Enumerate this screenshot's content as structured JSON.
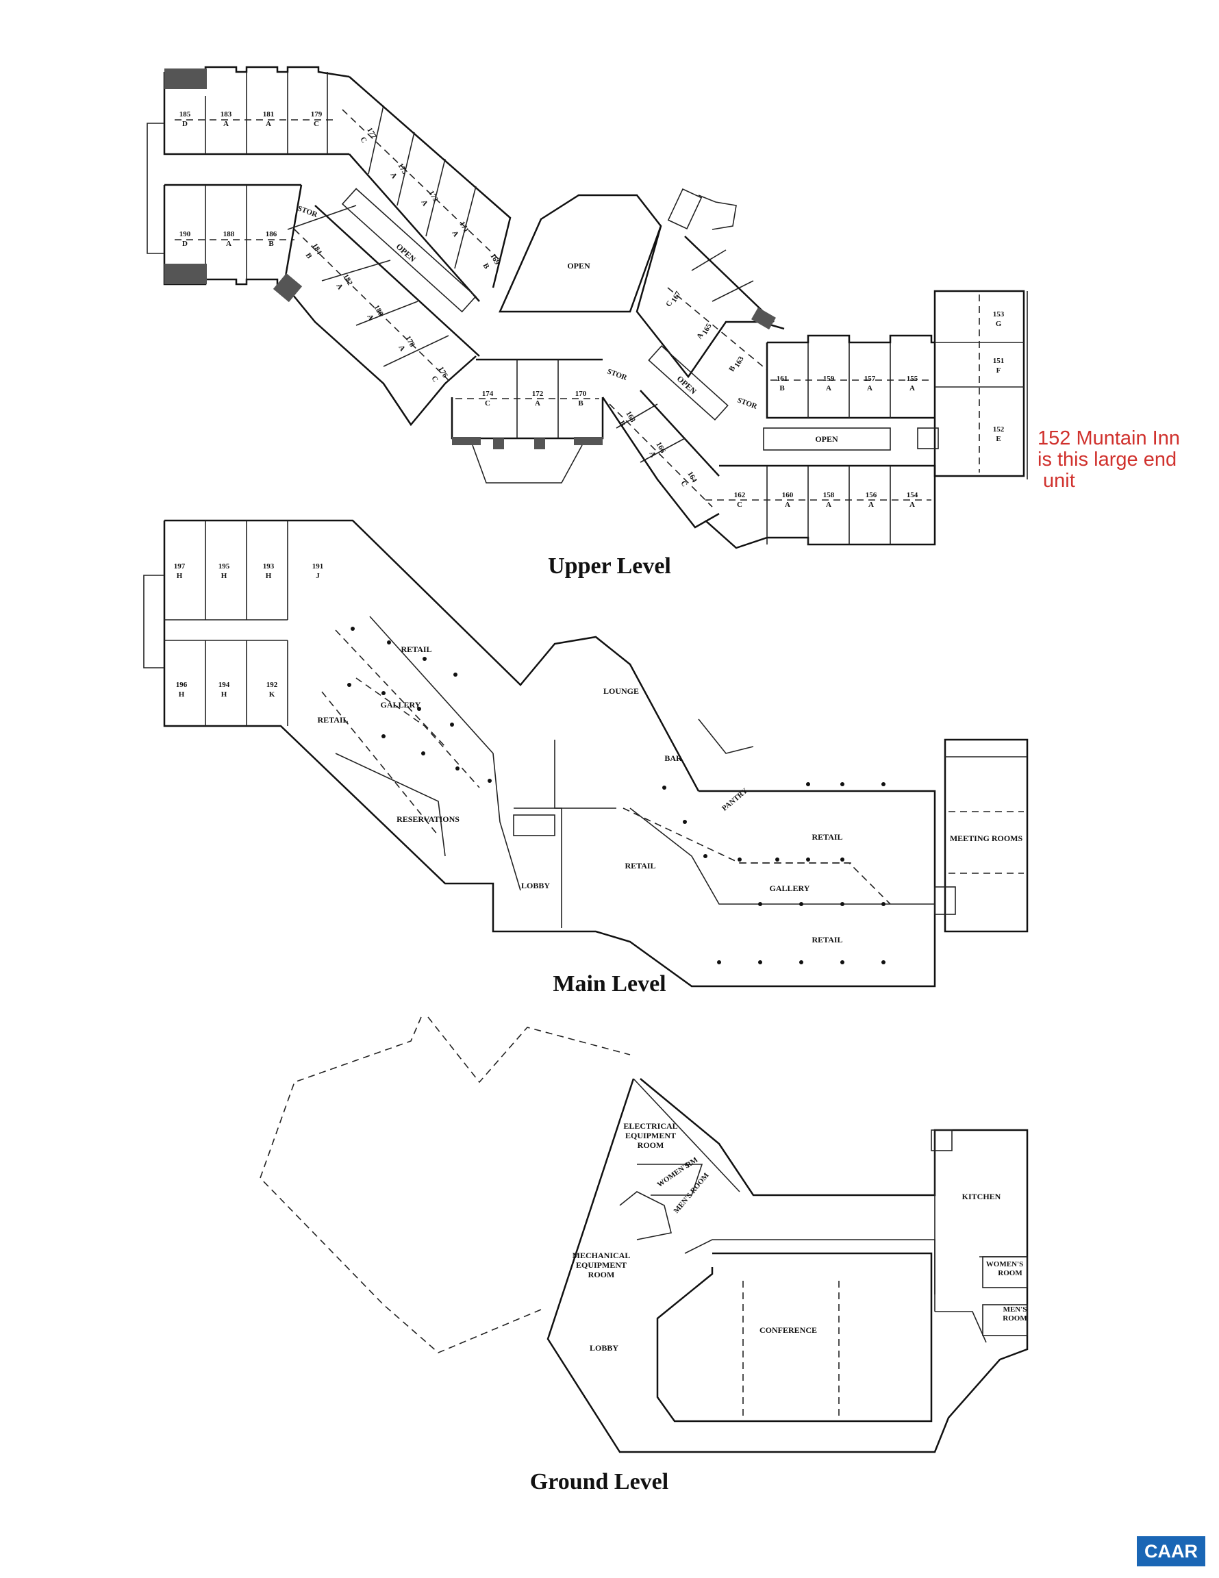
{
  "levels": {
    "upper": {
      "title": "Upper Level",
      "units": [
        {
          "num": "185",
          "type": "D"
        },
        {
          "num": "183",
          "type": "A"
        },
        {
          "num": "181",
          "type": "A"
        },
        {
          "num": "179",
          "type": "C"
        },
        {
          "num": "177",
          "type": "C"
        },
        {
          "num": "175",
          "type": "A"
        },
        {
          "num": "173",
          "type": "A"
        },
        {
          "num": "171",
          "type": "A"
        },
        {
          "num": "169",
          "type": "B"
        },
        {
          "num": "190",
          "type": "D"
        },
        {
          "num": "188",
          "type": "A"
        },
        {
          "num": "186",
          "type": "B"
        },
        {
          "num": "184",
          "type": "B"
        },
        {
          "num": "182",
          "type": "A"
        },
        {
          "num": "180",
          "type": "A"
        },
        {
          "num": "178",
          "type": "A"
        },
        {
          "num": "176",
          "type": "C"
        },
        {
          "num": "174",
          "type": "C"
        },
        {
          "num": "172",
          "type": "A"
        },
        {
          "num": "170",
          "type": "B"
        },
        {
          "num": "168",
          "type": "B"
        },
        {
          "num": "166",
          "type": "A"
        },
        {
          "num": "164",
          "type": "C"
        },
        {
          "num": "167",
          "type": "C"
        },
        {
          "num": "165",
          "type": "A"
        },
        {
          "num": "163",
          "type": "B"
        },
        {
          "num": "161",
          "type": "B"
        },
        {
          "num": "159",
          "type": "A"
        },
        {
          "num": "157",
          "type": "A"
        },
        {
          "num": "155",
          "type": "A"
        },
        {
          "num": "162",
          "type": "C"
        },
        {
          "num": "160",
          "type": "A"
        },
        {
          "num": "158",
          "type": "A"
        },
        {
          "num": "156",
          "type": "A"
        },
        {
          "num": "154",
          "type": "A"
        },
        {
          "num": "153",
          "type": "G"
        },
        {
          "num": "151",
          "type": "F"
        },
        {
          "num": "152",
          "type": "E"
        }
      ],
      "labels": {
        "open": "OPEN",
        "stor": "STOR"
      }
    },
    "main": {
      "title": "Main Level",
      "units": [
        {
          "num": "197",
          "type": "H"
        },
        {
          "num": "195",
          "type": "H"
        },
        {
          "num": "193",
          "type": "H"
        },
        {
          "num": "191",
          "type": "J"
        },
        {
          "num": "196",
          "type": "H"
        },
        {
          "num": "194",
          "type": "H"
        },
        {
          "num": "192",
          "type": "K"
        }
      ],
      "rooms": {
        "retail": "RETAIL",
        "gallery": "GALLERY",
        "reservations": "RESERVATIONS",
        "lobby": "LOBBY",
        "lounge": "LOUNGE",
        "bar": "BAR",
        "pantry": "PANTRY",
        "meeting_rooms": "MEETING ROOMS"
      }
    },
    "ground": {
      "title": "Ground Level",
      "rooms": {
        "electrical_1": "ELECTRICAL",
        "electrical_2": "EQUIPMENT",
        "electrical_3": "ROOM",
        "womens_rm_1": "WOMEN'S",
        "womens_rm_2": "RM",
        "mens_room_angled": "MEN'S ROOM",
        "mechanical_1": "MECHANICAL",
        "mechanical_2": "EQUIPMENT",
        "mechanical_3": "ROOM",
        "lobby": "LOBBY",
        "conference": "CONFERENCE",
        "kitchen": "KITCHEN",
        "womens_room_1": "WOMEN'S",
        "womens_room_2": "ROOM",
        "mens_room_1": "MEN'S",
        "mens_room_2": "ROOM"
      }
    }
  },
  "annotation": {
    "lines": [
      "152 Muntain Inn",
      "is this large end",
      "unit"
    ],
    "color": "#d0312d"
  },
  "badge": {
    "text": "CAAR",
    "color": "#1a66b5"
  }
}
